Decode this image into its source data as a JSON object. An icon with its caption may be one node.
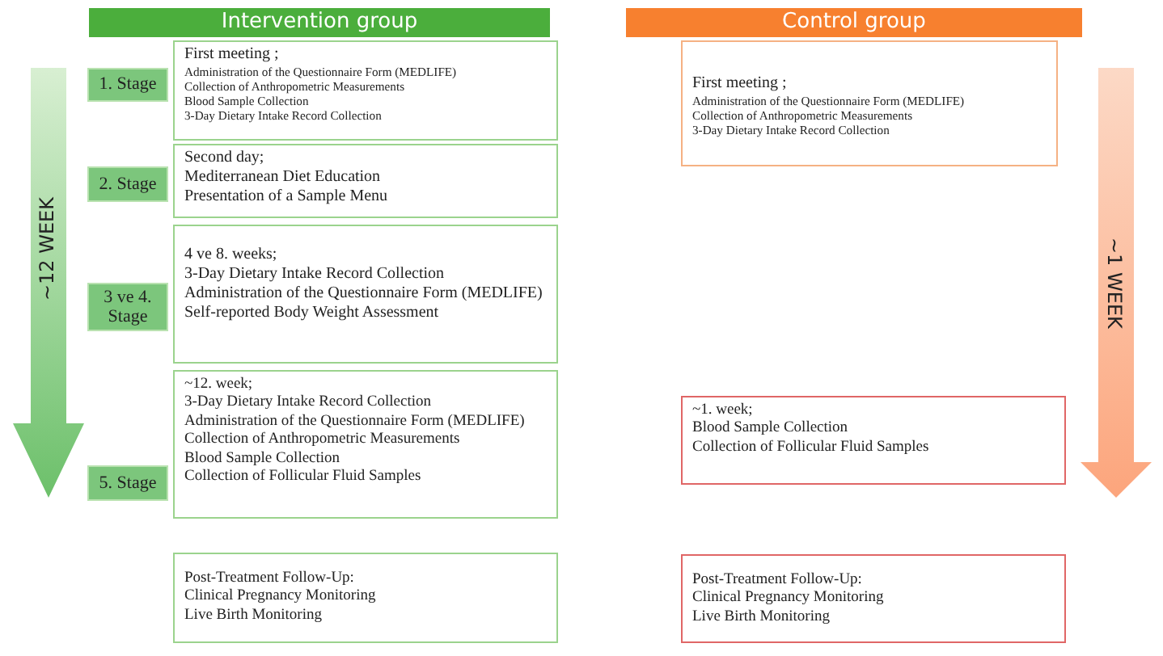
{
  "diagram": {
    "nodes": [
      {
        "text": [
          "Intervention group"
        ]
      },
      {
        "text": [
          "Control group"
        ]
      },
      {
        "text": [
          "~12 WEEK"
        ]
      },
      {
        "text": [
          "1. Stage"
        ]
      },
      {
        "text": [
          "First meeting ;",
          "Administration of the Questionnaire Form (MEDLIFE)",
          "Collection of Anthropometric Measurements",
          "Blood Sample Collection",
          "3-Day Dietary Intake Record Collection"
        ]
      },
      {
        "text": [
          "First meeting ;",
          "Administration of the Questionnaire Form (MEDLIFE)",
          "Collection of Anthropometric Measurements",
          "3-Day Dietary Intake Record Collection"
        ]
      },
      {
        "text": [
          "~1 WEEK"
        ]
      },
      {
        "text": [
          "2. Stage"
        ]
      },
      {
        "text": [
          "Second day;",
          "Mediterranean Diet Education",
          "Presentation of a Sample Menu"
        ]
      },
      {
        "text": [
          "3 ve 4. Stage"
        ]
      },
      {
        "text": [
          "4 ve 8. weeks;",
          "3-Day Dietary Intake Record Collection",
          "Administration of the Questionnaire Form (MEDLIFE)",
          "Self-reported Body Weight Assessment"
        ]
      },
      {
        "text": [
          "~1. week;",
          "Blood Sample Collection",
          "Collection of Follicular Fluid Samples"
        ]
      },
      {
        "text": [
          "5. Stage"
        ]
      },
      {
        "text": [
          "~12. week;",
          "3-Day Dietary Intake Record Collection",
          "Administration of the Questionnaire Form (MEDLIFE)",
          "Collection of Anthropometric Measurements",
          "Blood Sample Collection",
          "Collection of Follicular Fluid Samples"
        ]
      },
      {
        "text": [
          "Post-Treatment Follow-Up:",
          "Clinical Pregnancy Monitoring",
          "Live Birth Monitoring"
        ]
      },
      {
        "text": [
          "Post-Treatment Follow-Up:",
          "Clinical Pregnancy Monitoring",
          "Live Birth Monitoring"
        ]
      }
    ]
  }
}
